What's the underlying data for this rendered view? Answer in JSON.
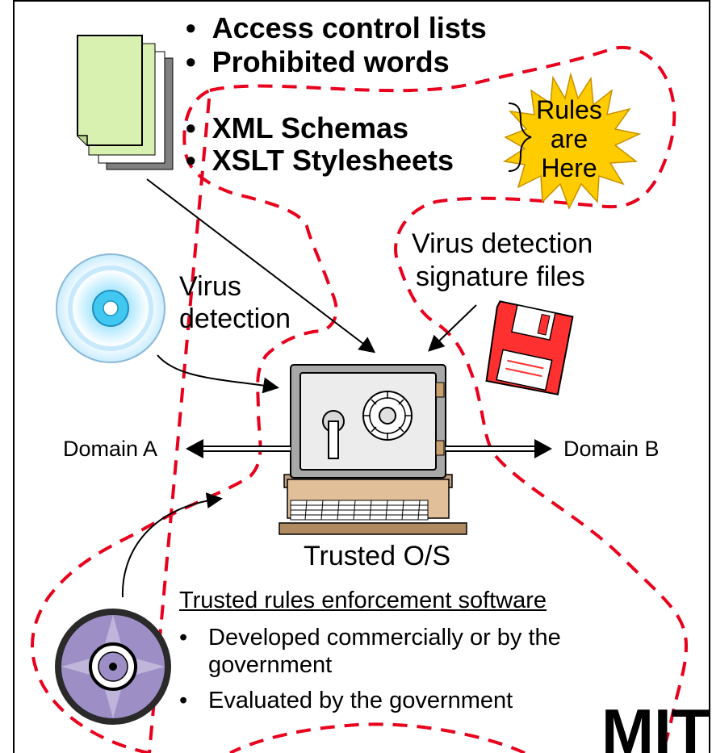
{
  "top_list": {
    "items": [
      "Access control lists",
      "Prohibited words",
      "XML Schemas",
      "XSLT Stylesheets"
    ]
  },
  "burst": {
    "lines": [
      "Rules",
      "are",
      "Here"
    ],
    "fill_color": "#ffcc00"
  },
  "labels": {
    "virus_signature_line1": "Virus detection",
    "virus_signature_line2": "signature files",
    "virus_detection_line1": "Virus",
    "virus_detection_line2": "detection",
    "domain_a": "Domain A",
    "domain_b": "Domain B",
    "trusted_os": "Trusted O/S"
  },
  "bottom_text": {
    "heading": "Trusted rules enforcement software",
    "bullets": [
      "Developed commercially or by the government",
      "Evaluated by the government"
    ],
    "bullet1_line1": "Developed commercially or by the",
    "bullet1_line2": "government"
  },
  "logo_fragment": "MITI",
  "colors": {
    "dashed_boundary": "#e8001c",
    "document_page": "#d8f0b0",
    "floppy": "#ff3030",
    "safe": "#d9d9d9",
    "computer_base": "#d9b38c"
  }
}
